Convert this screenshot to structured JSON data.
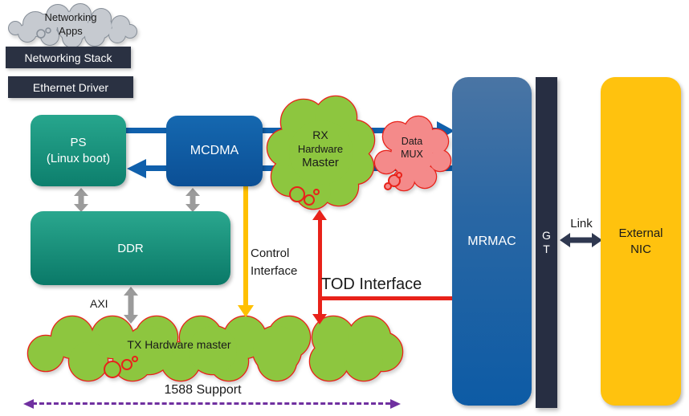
{
  "software_stack": {
    "apps_cloud": {
      "line1": "Networking",
      "line2": "Apps"
    },
    "networking_stack": "Networking Stack",
    "ethernet_driver": "Ethernet Driver"
  },
  "blocks": {
    "ps": {
      "line1": "PS",
      "line2": "(Linux boot)"
    },
    "mcdma": "MCDMA",
    "ddr": "DDR",
    "mrmac": "MRMAC",
    "gt": {
      "line1": "G",
      "line2": "T"
    },
    "external_nic": {
      "line1": "External",
      "line2": "NIC"
    }
  },
  "clouds": {
    "rx": {
      "line1": "RX",
      "line2": "Hardware",
      "line3": "Master"
    },
    "data_mux": {
      "line1": "Data",
      "line2": "MUX"
    },
    "tx": "TX Hardware master"
  },
  "labels": {
    "control_interface": {
      "line1": "Control",
      "line2": "Interface"
    },
    "tod_interface": "TOD Interface",
    "axi": "AXI",
    "link": "Link",
    "support_1588": "1588 Support"
  },
  "colors": {
    "teal_box": "#1f9f86",
    "blue_box": "#0e5aa7",
    "mrmac_gradient_top": "#4a75a4",
    "dark_navy": "#2a3142",
    "gold": "#ffc20e",
    "cloud_green": "#8dc63f",
    "cloud_pink": "#f48a8a",
    "cloud_gray": "#c6cad0",
    "cloud_outline_red": "#e8221a",
    "blue_line": "#1060ac",
    "yellow_line": "#ffc000",
    "red_line": "#e8221a",
    "purple_dashed": "#7030a0",
    "gray_arrow": "#9b9b9b"
  }
}
